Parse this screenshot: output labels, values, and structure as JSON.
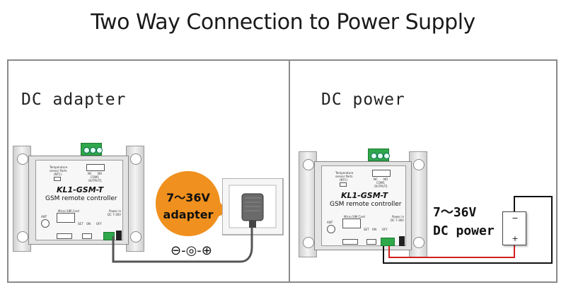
{
  "title": "Two Way Connection to Power Supply",
  "left_panel": {
    "label": "DC adapter",
    "bubble": {
      "line1": "7～36V",
      "line2": "adapter",
      "color": "#f0901e"
    },
    "plug_symbol": "⊖-◎-⊕"
  },
  "right_panel": {
    "label": "DC power",
    "supply": {
      "line1": "7～36V",
      "line2": "DC power",
      "minus": "−",
      "plus": "+"
    }
  },
  "device": {
    "model": "KL1-GSM-T",
    "subtitle": "GSM remote controller",
    "labels": {
      "temp": "Temperature",
      "temp2": "sensor Parts",
      "temp3": "(NTC)",
      "nc": "NC",
      "no": "NO",
      "com": "COM1",
      "output": "OUTPUT1",
      "sim": "Micro SIM Card",
      "ant": "ANT",
      "power": "Power in",
      "dc": "DC 7-36V",
      "set": "SET",
      "on": "ON",
      "off": "OFF"
    }
  },
  "colors": {
    "frame": "#8a8a8a",
    "terminal": "#2ea84a",
    "wire_red": "#d22020",
    "wire_black": "#111111",
    "adapter_cable": "#555555"
  }
}
